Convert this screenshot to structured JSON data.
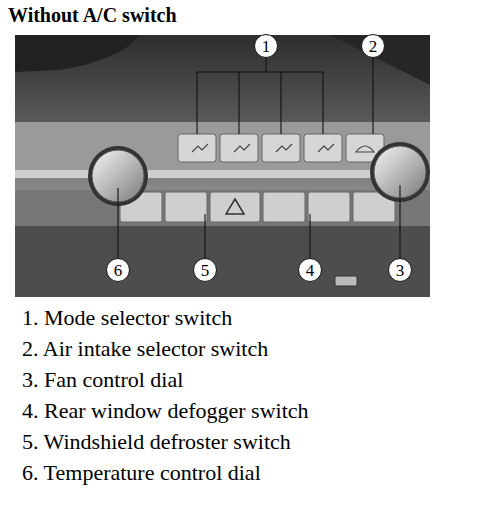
{
  "diagram": {
    "title": "Without A/C switch",
    "nodes": [
      {
        "text": [
          "1"
        ]
      },
      {
        "text": [
          "2"
        ]
      },
      {
        "text": [
          "3"
        ]
      },
      {
        "text": [
          "4"
        ]
      },
      {
        "text": [
          "5"
        ]
      },
      {
        "text": [
          "6"
        ]
      }
    ],
    "labels": [
      "1. Mode selector switch",
      "2. Air intake selector switch",
      "3. Fan control dial",
      "4. Rear window defogger switch",
      "5. Windshield defroster switch",
      "6. Temperature control dial"
    ]
  }
}
